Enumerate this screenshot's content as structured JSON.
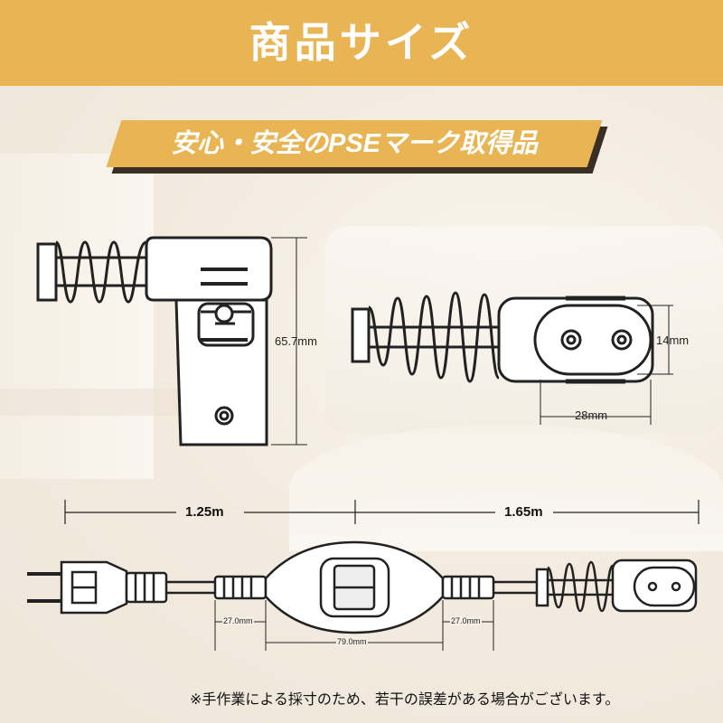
{
  "title": "商品サイズ",
  "badge": "安心・安全のPSEマーク取得品",
  "dimensions": {
    "height": "65.7mm",
    "plug_height": "14mm",
    "plug_width": "28mm",
    "cord_left": "1.25m",
    "cord_right": "1.65m",
    "switch_left": "27.0mm",
    "switch_right": "27.0mm",
    "switch_length": "79.0mm"
  },
  "footnote": "※手作業による採寸のため、若干の誤差がある場合がございます。",
  "colors": {
    "accent": "#e9b453",
    "line": "#222222",
    "badge_shadow": "#3a2f25"
  }
}
